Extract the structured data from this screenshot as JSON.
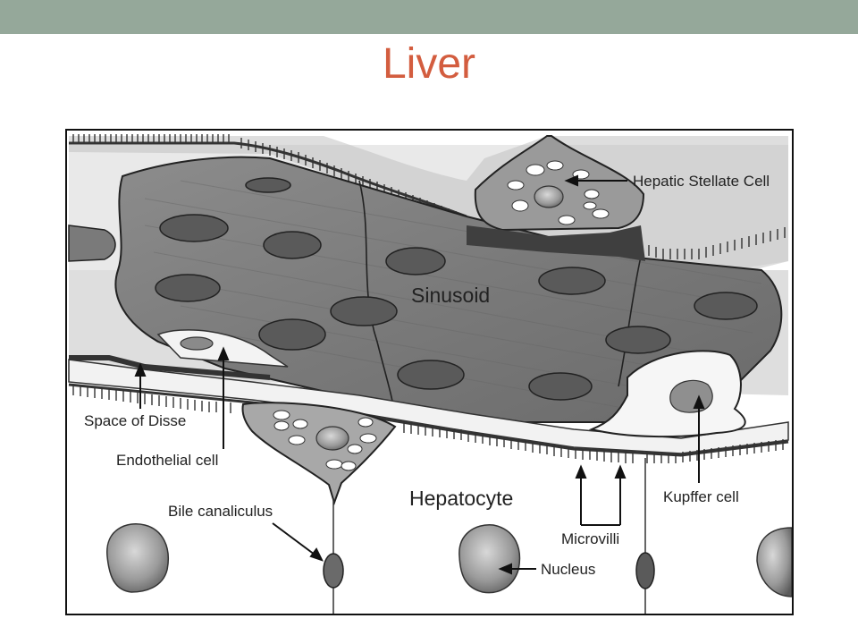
{
  "slide": {
    "title": "Liver",
    "colors": {
      "top_bar": "#95A89A",
      "title": "#D35D3F"
    }
  },
  "diagram": {
    "labels": {
      "hepatic_stellate_cell": "Hepatic Stellate Cell",
      "sinusoid": "Sinusoid",
      "space_of_disse": "Space of Disse",
      "endothelial_cell": "Endothelial cell",
      "bile_canaliculus": "Bile canaliculus",
      "hepatocyte": "Hepatocyte",
      "kupffer_cell": "Kupffer cell",
      "microvilli": "Microvilli",
      "nucleus": "Nucleus"
    }
  }
}
